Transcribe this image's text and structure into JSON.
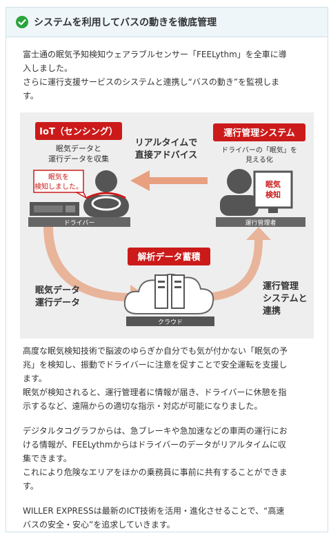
{
  "header": {
    "title": "システムを利用してバスの動きを徹底管理",
    "icon": "check-circle-icon",
    "accent": "#2aa43c"
  },
  "intro": {
    "lines": [
      "富士通の眠気予知検知ウェアラブルセンサー「FEELythm」を全車に導",
      "入しました。",
      "さらに運行支援サービスのシステムと連携し“バスの動き”を監視しま",
      "す。"
    ]
  },
  "diagram": {
    "iot_label": "IoT（センシング）",
    "iot_sub": [
      "眠気データと",
      "運行データを収集"
    ],
    "realtime": [
      "リアルタイムで",
      "直接アドバイス"
    ],
    "ops_label": "運行管理システム",
    "ops_sub": [
      "ドライバーの「眠気」を",
      "見える化"
    ],
    "bubble": [
      "眠気を",
      "検知しました。"
    ],
    "alert": [
      "眠気",
      "検知"
    ],
    "driver_label": "ドライバー",
    "manager_label": "運行管理者",
    "analysis_label": "解析データ蓄積",
    "left_caption": [
      "眠気データ",
      "運行データ"
    ],
    "right_caption": [
      "運行管理",
      "システムと",
      "連携"
    ],
    "cloud_label": "クラウド",
    "colors": {
      "red": "#cc1a1a",
      "arrow": "#e8a080",
      "gray": "#555555"
    }
  },
  "body1": {
    "lines": [
      "高度な眠気検知技術で脳波のゆらぎか自分でも気が付かない「眠気の予",
      "兆」を検知し、振動でドライバーに注意を促すことで安全運転を支援し",
      "ます。",
      "眠気が検知されると、運行管理者に情報が届き、ドライバーに休憩を指",
      "示するなど、遠隔からの適切な指示・対応が可能になりました。"
    ]
  },
  "body2": {
    "lines": [
      "デジタルタコグラフからは、急ブレーキや急加速などの車両の運行にお",
      "ける情報が、FEELythmからはドライバーのデータがリアルタイムに収",
      "集できます。",
      "これにより危険なエリアをほかの乗務員に事前に共有することができま",
      "す。"
    ]
  },
  "body3": {
    "lines": [
      "WILLER EXPRESSは最新のICT技術を活用・進化させることで、“高速",
      "バスの安全・安心”を追求していきます。"
    ]
  }
}
